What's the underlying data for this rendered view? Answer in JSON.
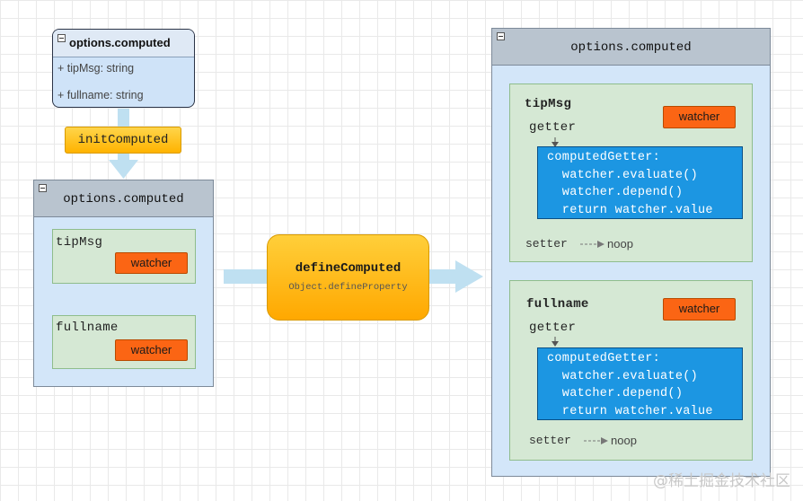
{
  "top_class": {
    "title": "options.computed",
    "fields": [
      "+ tipMsg: string",
      "+ fullname: string"
    ]
  },
  "init_computed": "initComputed",
  "left_container": {
    "title": "options.computed",
    "items": [
      {
        "name": "tipMsg",
        "badge": "watcher"
      },
      {
        "name": "fullname",
        "badge": "watcher"
      }
    ]
  },
  "define_computed": {
    "title": "defineComputed",
    "subtitle": "Object.defineProperty"
  },
  "right_container": {
    "title": "options.computed",
    "items": [
      {
        "name": "tipMsg",
        "badge": "watcher",
        "getter": "getter",
        "code": "computedGetter:\n  watcher.evaluate()\n  watcher.depend()\n  return watcher.value",
        "setter": "setter",
        "noop": "noop"
      },
      {
        "name": "fullname",
        "badge": "watcher",
        "getter": "getter",
        "code": "computedGetter:\n  watcher.evaluate()\n  watcher.depend()\n  return watcher.value",
        "setter": "setter",
        "noop": "noop"
      }
    ]
  },
  "watermark": "@稀土掘金技术社区"
}
